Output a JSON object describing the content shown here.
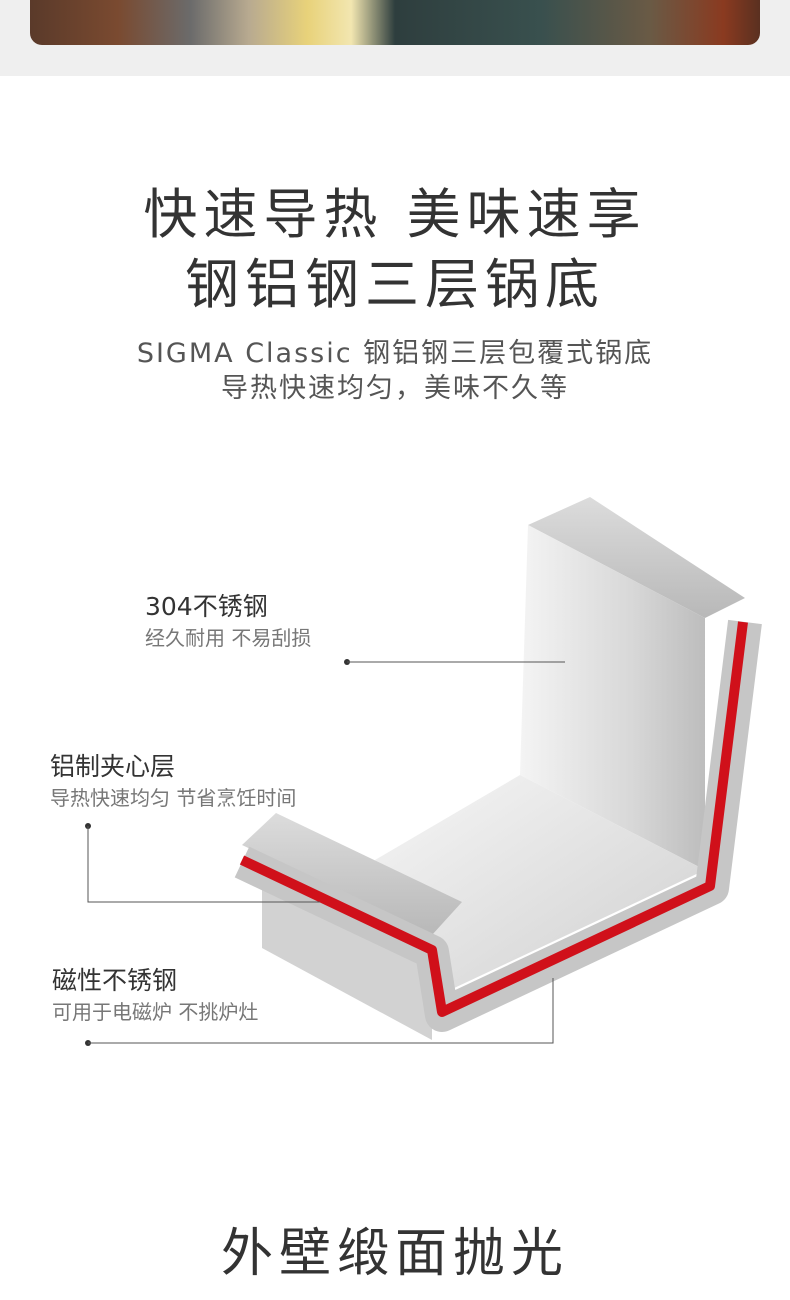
{
  "headline": {
    "line1": "快速导热 美味速享",
    "line2": "钢铝钢三层锅底"
  },
  "subtitle": {
    "line1": "SIGMA Classic 钢铝钢三层包覆式锅底",
    "line2": "导热快速均匀，美味不久等"
  },
  "layers": [
    {
      "title": "304不锈钢",
      "desc": "经久耐用 不易刮损"
    },
    {
      "title": "铝制夹心层",
      "desc": "导热快速均匀 节省烹饪时间"
    },
    {
      "title": "磁性不锈钢",
      "desc": "可用于电磁炉 不挑炉灶"
    }
  ],
  "next_section": {
    "title": "外壁缎面抛光"
  },
  "colors": {
    "aluminum_layer": "#d0101a",
    "steel": "#c9c9c9",
    "text": "#333333"
  }
}
